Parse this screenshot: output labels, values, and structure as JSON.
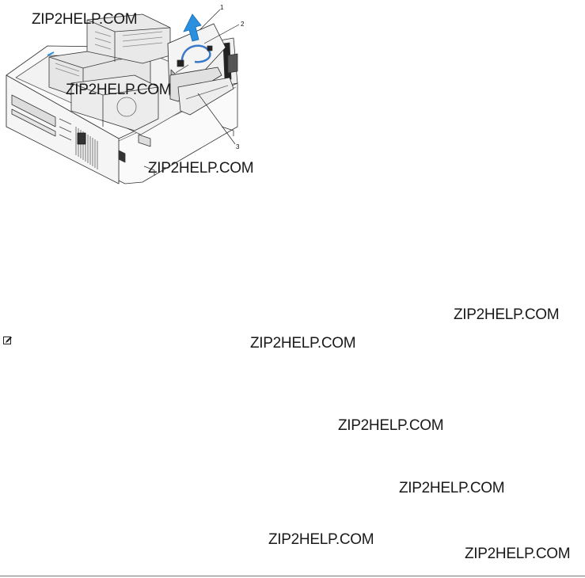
{
  "figure": {
    "callouts": [
      "1",
      "2",
      "3"
    ]
  },
  "watermarks": [
    "ZIP2HELP.COM",
    "ZIP2HELP.COM",
    "ZIP2HELP.COM",
    "ZIP2HELP.COM",
    "ZIP2HELP.COM",
    "ZIP2HELP.COM",
    "ZIP2HELP.COM",
    "ZIP2HELP.COM",
    "ZIP2HELP.COM"
  ],
  "icons": {
    "note": "note-pencil-icon",
    "arrow": "lift-arrow-icon"
  },
  "colors": {
    "arrow": "#2b8fe0",
    "cable": "#3a78c8"
  }
}
